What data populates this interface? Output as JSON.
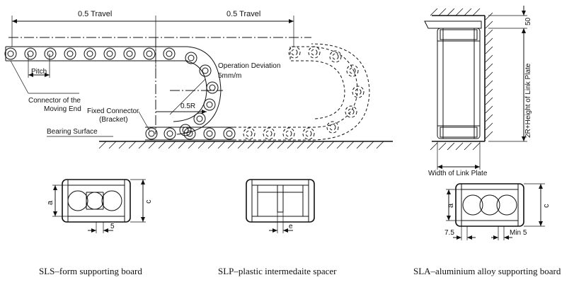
{
  "chain_diagram": {
    "travel_left": "0.5 Travel",
    "travel_right": "0.5 Travel",
    "pitch": "Pitch",
    "connector_moving_end": [
      "Connector of the",
      "Moving End"
    ],
    "operation_deviation": [
      "Operation Deviation",
      "5mm/m"
    ],
    "fixed_connector": [
      "Fixed Connector",
      "(Bracket)"
    ],
    "bearing_surface": "Bearing Surface",
    "radius": "0.5R"
  },
  "mounting_diagram": {
    "dimension_top": "50",
    "dimension_height": "2R+Height of Link Plate",
    "width_label": "Width of Link Plate"
  },
  "boards": {
    "sls": {
      "caption": "SLS–form supporting board",
      "dim_a": "a",
      "dim_c": "c",
      "dim_5": "5"
    },
    "slp": {
      "caption": "SLP–plastic intermedaite spacer",
      "dim_e": "e"
    },
    "sla": {
      "caption": "SLA–aluminium alloy supporting board",
      "dim_a": "a",
      "dim_c": "c",
      "dim_75": "7.5",
      "dim_min5": "Min 5"
    }
  }
}
